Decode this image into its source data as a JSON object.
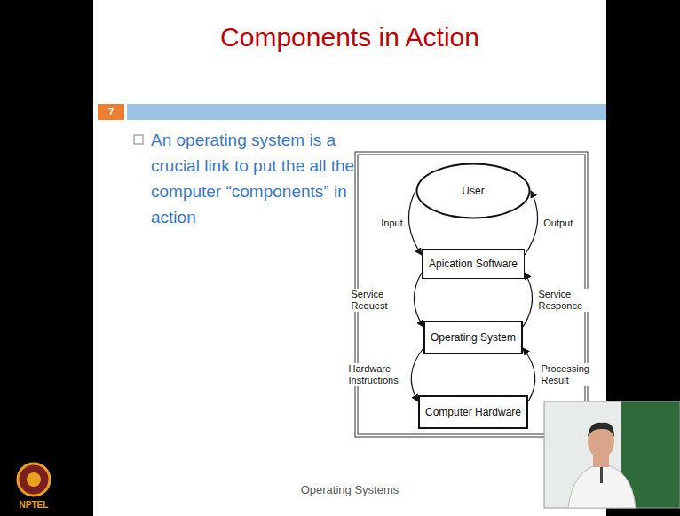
{
  "diagram": {
    "title": "Components in Action",
    "nodes": [
      {
        "text": [
          "User"
        ]
      },
      {
        "text": [
          "Apication Software"
        ]
      },
      {
        "text": [
          "Operating System"
        ]
      },
      {
        "text": [
          "Computer Hardware"
        ]
      }
    ],
    "edges": [
      {
        "from": 0,
        "to": 1,
        "arrow": "to",
        "label": "Input"
      },
      {
        "from": 1,
        "to": 2,
        "arrow": "to",
        "label": "Service Request"
      },
      {
        "from": 2,
        "to": 3,
        "arrow": "to",
        "label": "Hardware Instructions"
      },
      {
        "from": 3,
        "to": 2,
        "arrow": "to",
        "label": "Processing Result"
      },
      {
        "from": 2,
        "to": 1,
        "arrow": "to",
        "label": "Service Responce"
      },
      {
        "from": 1,
        "to": 0,
        "arrow": "to",
        "label": "Output"
      }
    ],
    "labels": [
      "7",
      "An operating system is a crucial link to put the all the computer “components” in action",
      "Operating Systems",
      "NPTEL"
    ]
  }
}
